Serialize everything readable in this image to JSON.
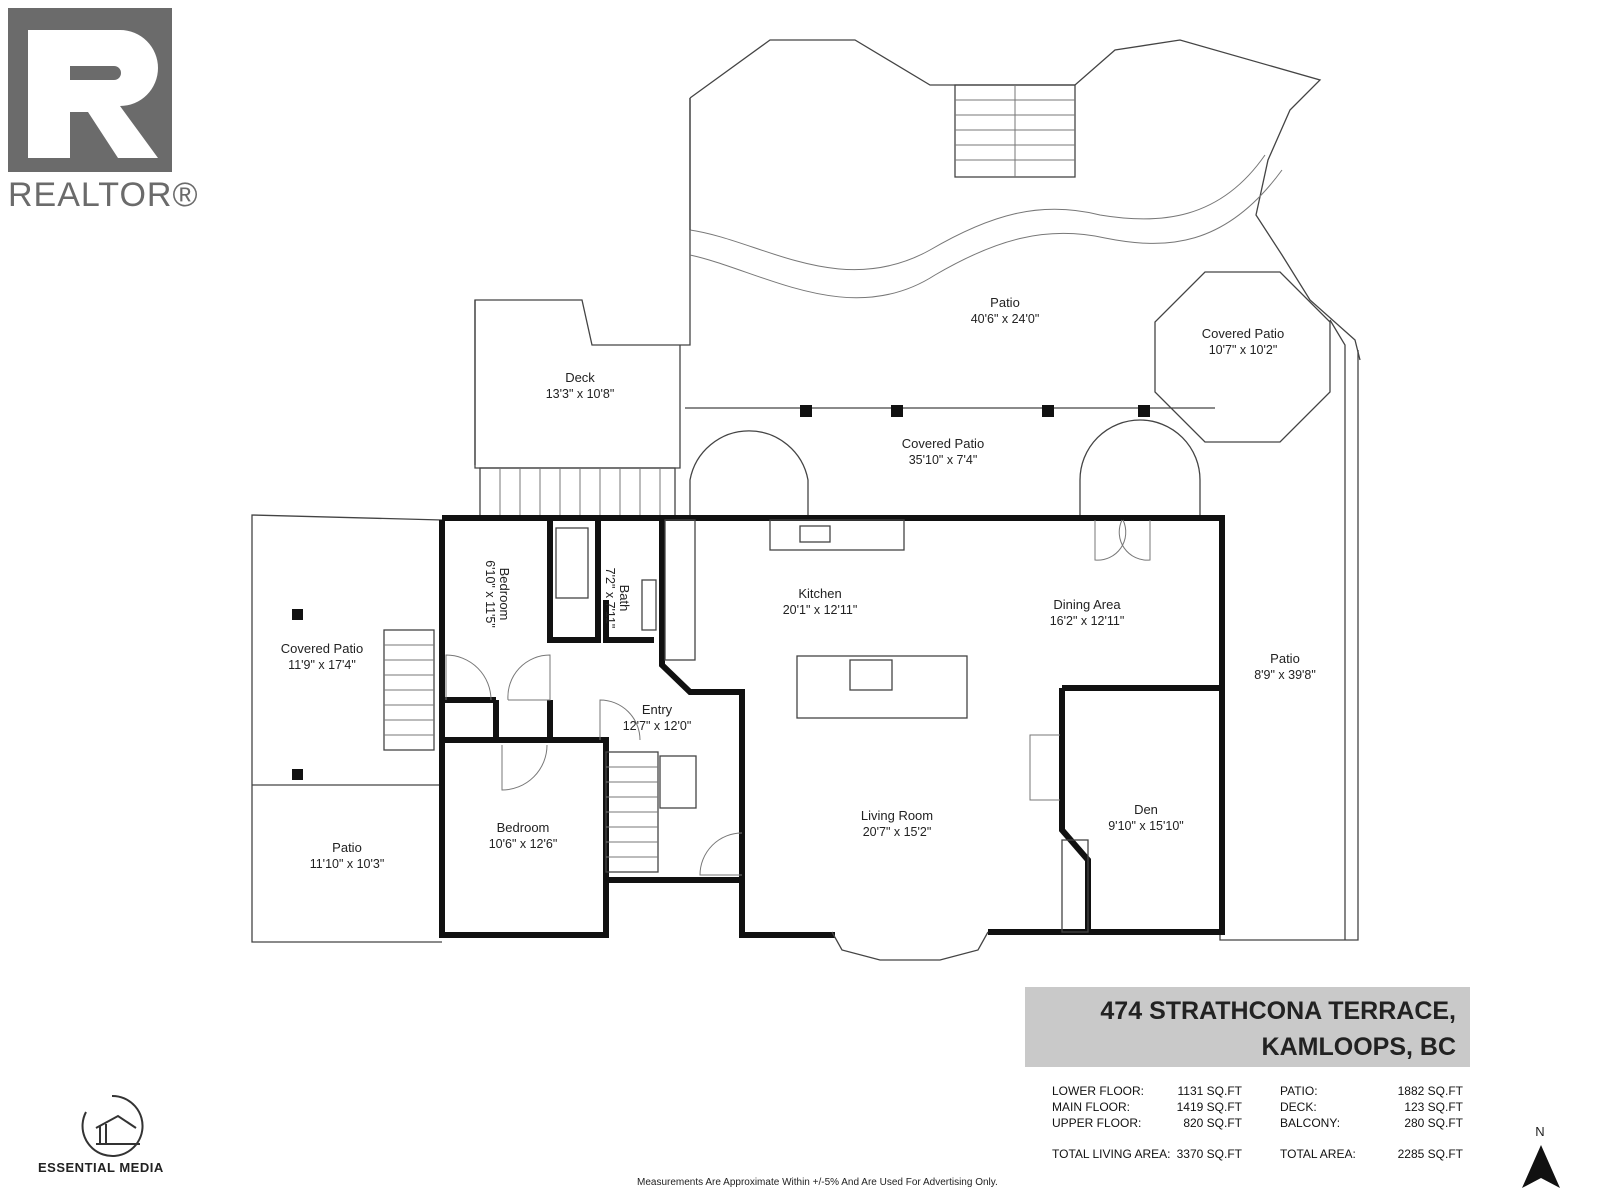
{
  "branding": {
    "realtor_word": "REALTOR®",
    "essential_media": "ESSENTIAL MEDIA"
  },
  "rooms": {
    "patio_top": {
      "name": "Patio",
      "dim": "40'6\" x 24'0\""
    },
    "covered_patio_oct": {
      "name": "Covered Patio",
      "dim": "10'7\" x 10'2\""
    },
    "deck": {
      "name": "Deck",
      "dim": "13'3\" x 10'8\""
    },
    "covered_patio_top": {
      "name": "Covered Patio",
      "dim": "35'10\" x 7'4\""
    },
    "covered_patio_left": {
      "name": "Covered Patio",
      "dim": "11'9\" x 17'4\""
    },
    "bedroom_upper": {
      "name": "Bedroom",
      "dim": "6'10\" x 11'5\""
    },
    "bath": {
      "name": "Bath",
      "dim": "7'2\" x 7'11\""
    },
    "kitchen": {
      "name": "Kitchen",
      "dim": "20'1\" x 12'11\""
    },
    "dining": {
      "name": "Dining Area",
      "dim": "16'2\" x 12'11\""
    },
    "patio_right": {
      "name": "Patio",
      "dim": "8'9\" x 39'8\""
    },
    "entry": {
      "name": "Entry",
      "dim": "12'7\" x 12'0\""
    },
    "den": {
      "name": "Den",
      "dim": "9'10\" x 15'10\""
    },
    "bedroom_lower": {
      "name": "Bedroom",
      "dim": "10'6\" x 12'6\""
    },
    "living": {
      "name": "Living Room",
      "dim": "20'7\" x 15'2\""
    },
    "patio_left": {
      "name": "Patio",
      "dim": "11'10\" x 10'3\""
    }
  },
  "address": {
    "line1": "474 STRATHCONA TERRACE,",
    "line2": "KAMLOOPS, BC"
  },
  "stats": {
    "left": [
      {
        "label": "LOWER FLOOR:",
        "value": "1131 SQ.FT"
      },
      {
        "label": "MAIN FLOOR:",
        "value": "1419 SQ.FT"
      },
      {
        "label": "UPPER FLOOR:",
        "value": "820 SQ.FT"
      }
    ],
    "right": [
      {
        "label": "PATIO:",
        "value": "1882 SQ.FT"
      },
      {
        "label": "DECK:",
        "value": "123 SQ.FT"
      },
      {
        "label": "BALCONY:",
        "value": "280 SQ.FT"
      }
    ],
    "total_living": {
      "label": "TOTAL LIVING AREA:",
      "value": "3370 SQ.FT"
    },
    "total_area": {
      "label": "TOTAL AREA:",
      "value": "2285 SQ.FT"
    }
  },
  "compass_label": "N",
  "disclaimer": "Measurements Are Approximate Within +/-5% And Are Used For Advertising Only."
}
